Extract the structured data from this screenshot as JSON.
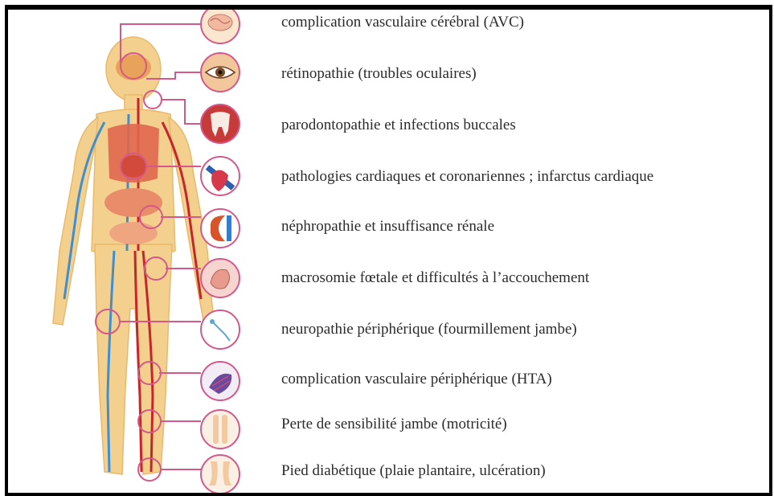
{
  "colors": {
    "frame": "#000000",
    "connector": "#d4588a",
    "skin": "#f4d08f",
    "skin_shade": "#e9b96a",
    "artery": "#c8242a",
    "vein": "#3f8fd0",
    "organ": "#e0674c",
    "text": "#2b2b2b"
  },
  "complications": [
    {
      "label": "complication vasculaire cérébral (AVC)",
      "icon": "brain-icon"
    },
    {
      "label": "rétinopathie (troubles oculaires)",
      "icon": "eye-icon"
    },
    {
      "label": "parodontopathie et  infections buccales",
      "icon": "tooth-icon"
    },
    {
      "label": "pathologies cardiaques et coronariennes ; infarctus cardiaque",
      "icon": "heart-icon"
    },
    {
      "label": "néphropathie et insuffisance rénale",
      "icon": "kidney-icon"
    },
    {
      "label": "macrosomie fœtale et difficultés à l’accouchement",
      "icon": "fetus-icon"
    },
    {
      "label": "neuropathie périphérique (fourmillement jambe)",
      "icon": "nerve-icon"
    },
    {
      "label": "complication vasculaire périphérique (HTA)",
      "icon": "blood-vessel-icon"
    },
    {
      "label": "Perte de sensibilité jambe (motricité)",
      "icon": "legs-icon"
    },
    {
      "label": "Pied diabétique (plaie plantaire, ulcération)",
      "icon": "feet-icon"
    }
  ]
}
